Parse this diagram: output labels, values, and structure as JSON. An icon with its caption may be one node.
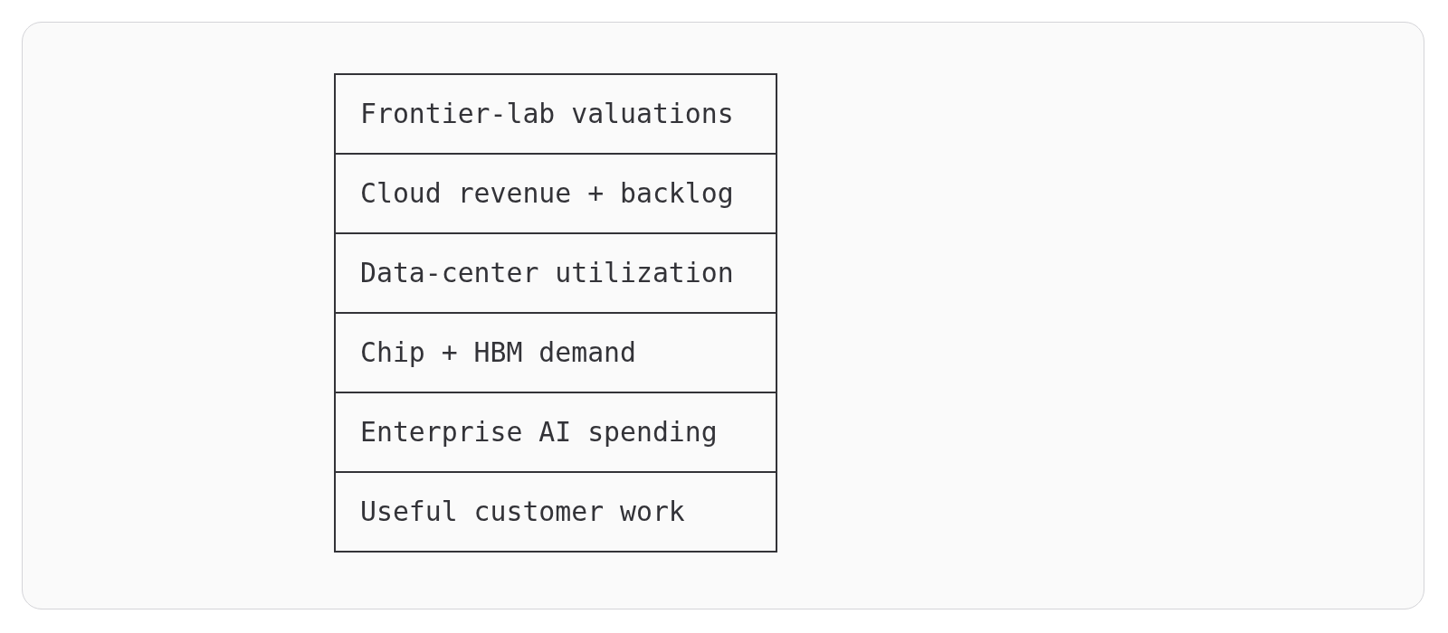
{
  "diagram": {
    "nodes": [
      {
        "text": [
          "Frontier-lab valuations"
        ]
      },
      {
        "text": [
          "Cloud revenue + backlog"
        ]
      },
      {
        "text": [
          "Data-center utilization"
        ]
      },
      {
        "text": [
          "Chip + HBM demand"
        ]
      },
      {
        "text": [
          "Enterprise AI spending"
        ]
      },
      {
        "text": [
          "Useful customer work"
        ]
      }
    ]
  }
}
